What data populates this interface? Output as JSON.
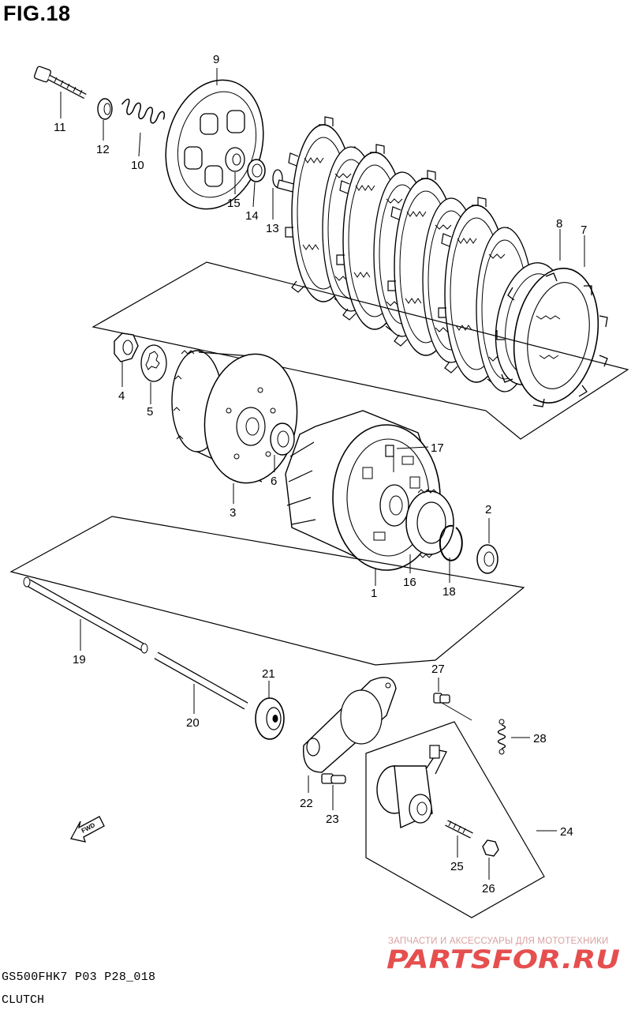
{
  "figure": {
    "title": "FIG.18",
    "code": "GS500FHK7 P03 P28_018",
    "name": "CLUTCH"
  },
  "part_labels": [
    "1",
    "2",
    "3",
    "4",
    "5",
    "6",
    "7",
    "8",
    "9",
    "10",
    "11",
    "12",
    "13",
    "14",
    "15",
    "16",
    "17",
    "18",
    "19",
    "20",
    "21",
    "22",
    "23",
    "24",
    "25",
    "26",
    "27",
    "28"
  ],
  "direction_marker": "FWD",
  "watermark": {
    "tagline": "ЗАПЧАСТИ И АКСЕССУАРЫ ДЛЯ МОТОТЕХНИКИ",
    "logo": "PARTSFOR.RU",
    "color": "#e03030"
  },
  "colors": {
    "line": "#000000",
    "background": "#ffffff"
  }
}
